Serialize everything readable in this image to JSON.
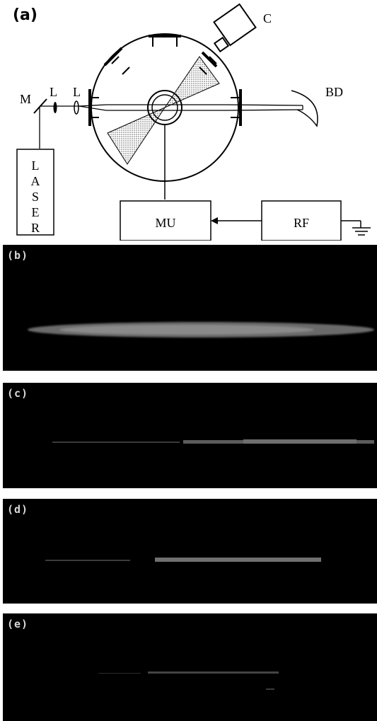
{
  "diagram": {
    "panel_label": "(a)",
    "labels": {
      "camera": "C",
      "beam_dump": "BD",
      "mirror": "M",
      "lens1": "L",
      "lens2": "L",
      "laser": "LASER",
      "matching_unit": "MU",
      "rf": "RF"
    }
  },
  "panels": [
    {
      "id": "b",
      "label": "(b)"
    },
    {
      "id": "c",
      "label": "(c)"
    },
    {
      "id": "d",
      "label": "(d)"
    },
    {
      "id": "e",
      "label": "(e)"
    }
  ]
}
